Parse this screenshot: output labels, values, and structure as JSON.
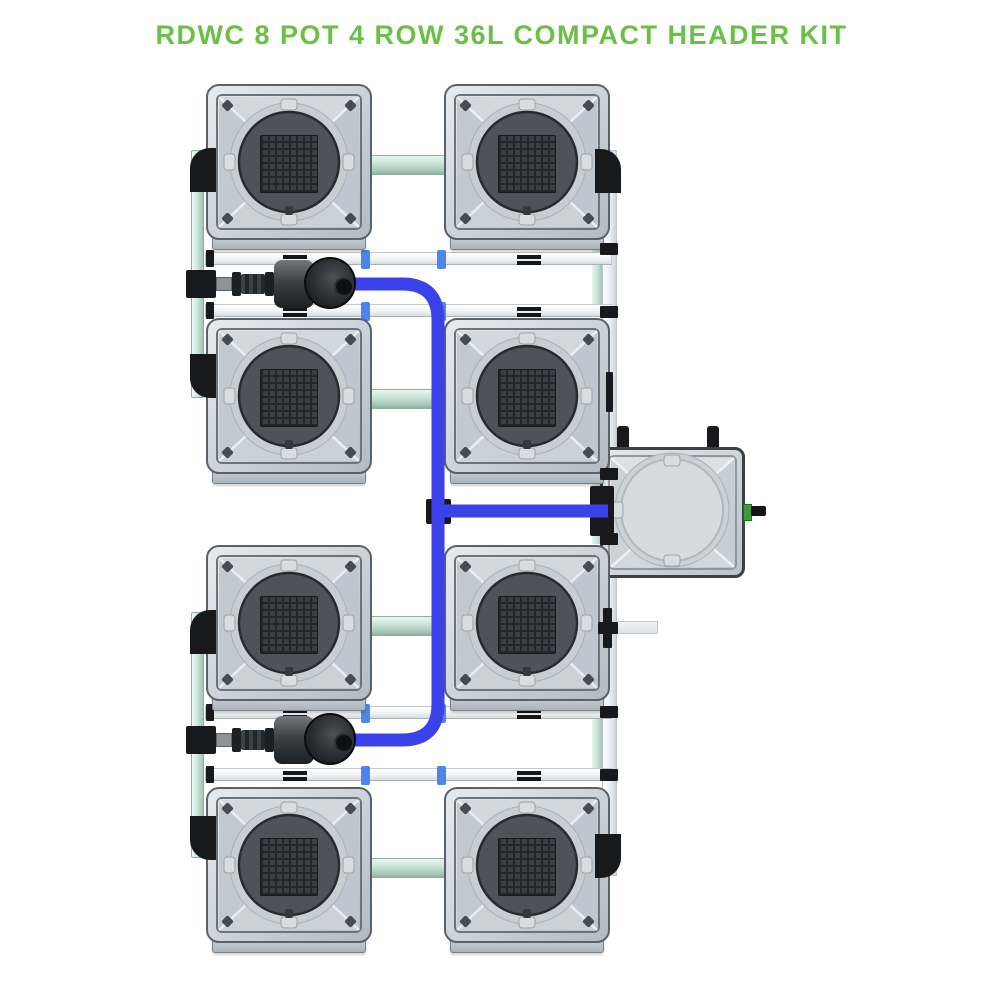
{
  "title": {
    "text": "RDWC 8 POT 4 ROW 36L COMPACT HEADER KIT"
  },
  "diagram": {
    "kind": "hydroponic RDWC kit top view",
    "pot_count": 8,
    "rows": 4,
    "cols": 2,
    "pots": [
      {
        "id": "r1c1",
        "row": 1,
        "col": 1
      },
      {
        "id": "r1c2",
        "row": 1,
        "col": 2
      },
      {
        "id": "r2c1",
        "row": 2,
        "col": 1
      },
      {
        "id": "r2c2",
        "row": 2,
        "col": 2
      },
      {
        "id": "r3c1",
        "row": 3,
        "col": 1
      },
      {
        "id": "r3c2",
        "row": 3,
        "col": 2
      },
      {
        "id": "r4c1",
        "row": 4,
        "col": 1
      },
      {
        "id": "r4c2",
        "row": 4,
        "col": 2
      }
    ],
    "pumps": [
      {
        "id": "top"
      },
      {
        "id": "bottom"
      }
    ],
    "reservoir_count": 1,
    "colors": {
      "accent_green": "#6abf47",
      "tube_blue": "#3c42e9",
      "clip_blue": "#4b86ea",
      "pipe_teal": "#cde9dd",
      "rail_white": "#f3f5f7",
      "pot_gray": "#ccd3da",
      "fitting_black": "#17191c"
    }
  }
}
